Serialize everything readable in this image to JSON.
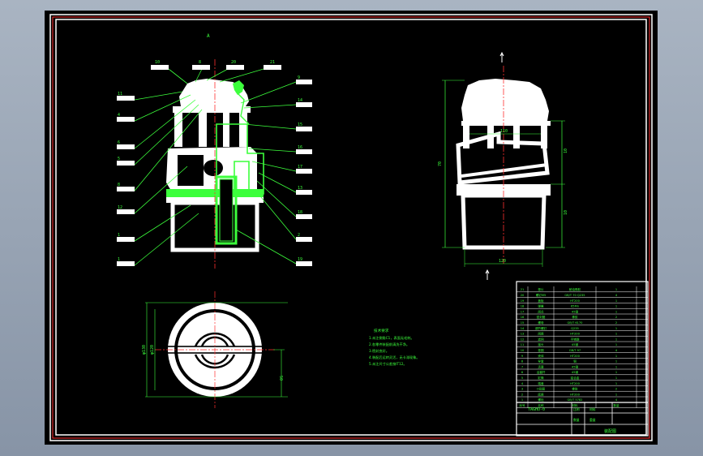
{
  "drawing": {
    "view_label": "A",
    "callouts_left": [
      "11",
      "4",
      "6",
      "5",
      "8",
      "12",
      "1",
      "1"
    ],
    "callouts_top": [
      "10",
      "8",
      "20",
      "21"
    ],
    "callouts_right": [
      "9",
      "14",
      "15",
      "16",
      "17",
      "13",
      "18",
      "2",
      "19"
    ],
    "dims": {
      "overall_height": "70",
      "upper_height": "10",
      "lower_height": "10",
      "top_width": "110",
      "bottom_width": "120",
      "plan_dia_outer": "φ130",
      "plan_dia_inner": "φ120",
      "plan_offset": "50"
    },
    "notes_title": "技术要求",
    "notes": [
      "1.未注倒角C1，表面无毛刺。",
      "2.各零件装配前清洗干净。",
      "3.密封良好。",
      "4.装配后运转灵活，无卡滞现象。",
      "5.未注尺寸公差按IT12。"
    ]
  },
  "title_block": {
    "parts": [
      {
        "no": "21",
        "name": "垫片",
        "mat": "耐油橡胶",
        "qty": "1"
      },
      {
        "no": "20",
        "name": "螺钉M5",
        "mat": "GB/T 70 Q235",
        "qty": "4"
      },
      {
        "no": "19",
        "name": "盖板",
        "mat": "HT200",
        "qty": "1"
      },
      {
        "no": "18",
        "name": "弹簧",
        "mat": "65Mn",
        "qty": "1"
      },
      {
        "no": "17",
        "name": "阀芯",
        "mat": "45钢",
        "qty": "1"
      },
      {
        "no": "16",
        "name": "密封圈",
        "mat": "橡胶",
        "qty": "2"
      },
      {
        "no": "15",
        "name": "螺母",
        "mat": "GB/T 6170",
        "qty": "2"
      },
      {
        "no": "14",
        "name": "调节螺钉",
        "mat": "Q235",
        "qty": "1"
      },
      {
        "no": "13",
        "name": "阀座",
        "mat": "HT200",
        "qty": "1"
      },
      {
        "no": "12",
        "name": "滤网",
        "mat": "不锈钢",
        "qty": "1"
      },
      {
        "no": "11",
        "name": "接头",
        "mat": "45钢",
        "qty": "1"
      },
      {
        "no": "10",
        "name": "垫圈",
        "mat": "GB/T 97",
        "qty": "4"
      },
      {
        "no": "9",
        "name": "壳体",
        "mat": "HT200",
        "qty": "1"
      },
      {
        "no": "8",
        "name": "导套",
        "mat": "铜",
        "qty": "1"
      },
      {
        "no": "7",
        "name": "活塞",
        "mat": "45钢",
        "qty": "1"
      },
      {
        "no": "6",
        "name": "活塞杆",
        "mat": "45钢",
        "qty": "1"
      },
      {
        "no": "5",
        "name": "缸筒",
        "mat": "铝合金",
        "qty": "1"
      },
      {
        "no": "4",
        "name": "端盖",
        "mat": "HT200",
        "qty": "1"
      },
      {
        "no": "3",
        "name": "O形圈",
        "mat": "橡胶",
        "qty": "2"
      },
      {
        "no": "2",
        "name": "底座",
        "mat": "HT200",
        "qty": "1"
      },
      {
        "no": "1",
        "name": "螺栓",
        "mat": "GB/T 5782",
        "qty": "4"
      }
    ],
    "header": {
      "no": "序号",
      "name": "名称",
      "mat": "材料",
      "qty": "数量"
    },
    "drawing_code": "TAGHU-0",
    "labels": [
      "比例",
      "数量",
      "材料",
      "重量"
    ],
    "drawing_name": "装配图"
  }
}
